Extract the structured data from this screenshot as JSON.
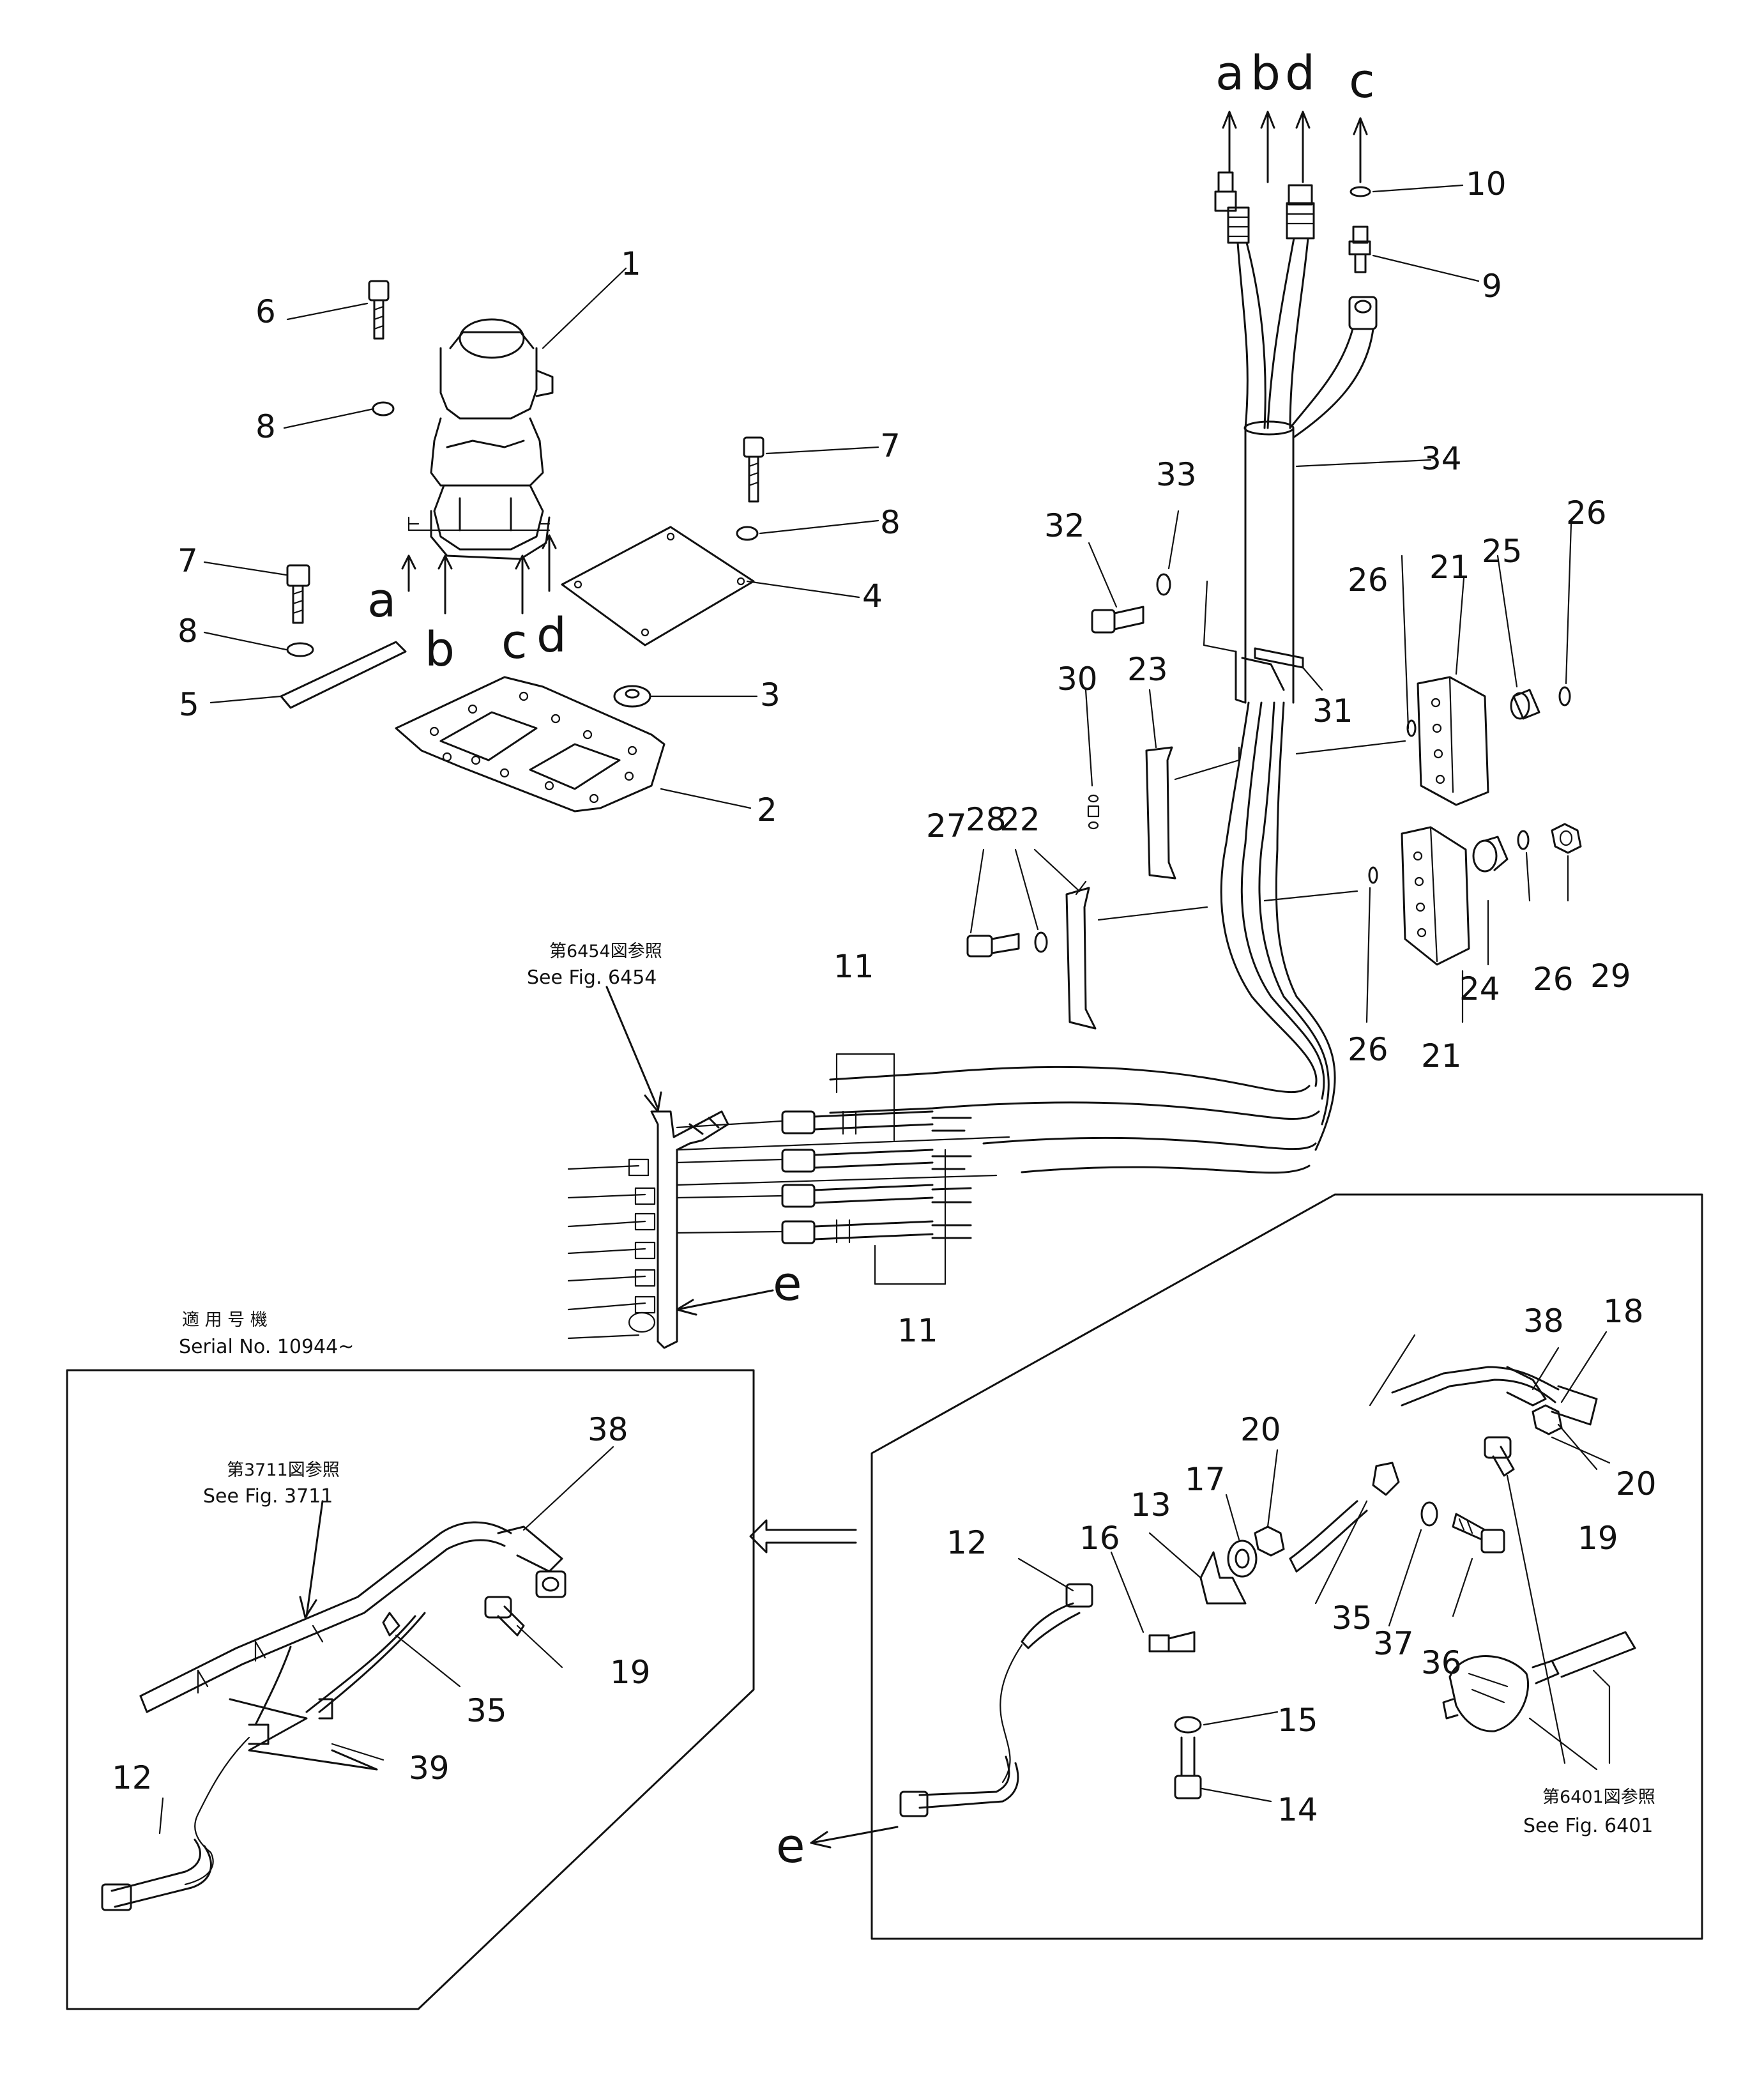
{
  "parts": {
    "p1": "1",
    "p2": "2",
    "p3": "3",
    "p4": "4",
    "p5": "5",
    "p6": "6",
    "p7a": "7",
    "p7b": "7",
    "p8a": "8",
    "p8b": "8",
    "p8c": "8",
    "p9": "9",
    "p10": "10",
    "p11a": "11",
    "p11b": "11",
    "p12a": "12",
    "p12b": "12",
    "p13": "13",
    "p14": "14",
    "p15": "15",
    "p16": "16",
    "p17": "17",
    "p18": "18",
    "p19a": "19",
    "p19b": "19",
    "p20a": "20",
    "p20b": "20",
    "p21a": "21",
    "p21b": "21",
    "p22": "22",
    "p23": "23",
    "p24": "24",
    "p25": "25",
    "p26a": "26",
    "p26b": "26",
    "p26c": "26",
    "p26d": "26",
    "p27": "27",
    "p28": "28",
    "p29": "29",
    "p30": "30",
    "p31": "31",
    "p32": "32",
    "p33": "33",
    "p34": "34",
    "p35a": "35",
    "p35b": "35",
    "p36": "36",
    "p37": "37",
    "p38a": "38",
    "p38b": "38",
    "p39": "39"
  },
  "letters": {
    "top_a": "a",
    "top_b": "b",
    "top_d": "d",
    "top_c": "c",
    "valve_a": "a",
    "valve_b": "b",
    "valve_c": "c",
    "valve_d": "d",
    "e_left": "e",
    "e_right": "e"
  },
  "notes": {
    "fig6454_jp": "第6454図参照",
    "fig6454_en": "See  Fig. 6454",
    "fig3711_jp": "第3711図参照",
    "fig3711_en": "See  Fig. 3711",
    "fig6401_jp": "第6401図参照",
    "fig6401_en": "See  Fig. 6401",
    "serial_jp": "適 用 号 機",
    "serial_en": "Serial No. 10944~"
  }
}
